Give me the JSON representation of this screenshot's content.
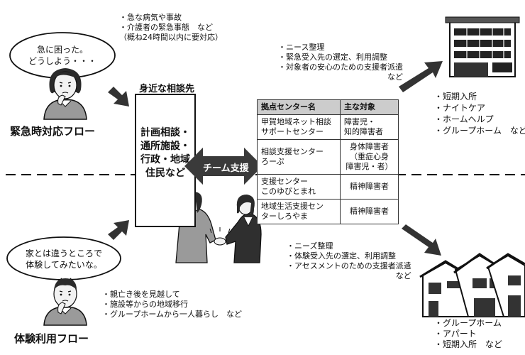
{
  "emergency": {
    "bubble_lines": [
      "急に困った。",
      "どうしよう・・・"
    ],
    "notes": [
      "・急な病気や事故",
      "・介護者の緊急事態　など",
      "（概ね24時間以内に要対応）"
    ],
    "title": "緊急時対応フロー"
  },
  "experience": {
    "bubble_lines": [
      "家とは違うところで",
      "体験してみたいな。"
    ],
    "notes": [
      "・親亡き後を見越して",
      "・施設等からの地域移行",
      "・グループホームから一人暮らし　など"
    ],
    "title": "体験利用フロー"
  },
  "consultation": {
    "heading": "身近な相談先",
    "lines": [
      "計画相談・",
      "通所施設・",
      "行政・地域",
      "住民など"
    ]
  },
  "team": {
    "label": "チーム支援"
  },
  "centers_table": {
    "headers": [
      "拠点センター名",
      "主な対象"
    ],
    "rows": [
      {
        "name": [
          "甲賀地域ネット相談",
          "サポートセンター"
        ],
        "target": [
          "障害児・",
          "知的障害者"
        ]
      },
      {
        "name": [
          "相談支援センター",
          "ろーぷ"
        ],
        "target": [
          "身体障害者",
          "（重症心身",
          "障害児・者）"
        ]
      },
      {
        "name": [
          "支援センター",
          "このゆびとまれ"
        ],
        "target": [
          "精神障害者"
        ]
      },
      {
        "name": [
          "地域生活支援セン",
          "ターしろやま"
        ],
        "target": [
          "精神障害者"
        ]
      }
    ]
  },
  "emergency_coordination": {
    "notes": [
      "・ニース整理",
      "・緊急受入先の選定、利用調整",
      "・対象者の安心のための支援者派遣",
      "など"
    ]
  },
  "emergency_services": {
    "items": [
      "・短期入所",
      "・ナイトケア",
      "・ホームヘルプ",
      "・グループホーム　など"
    ]
  },
  "experience_coordination": {
    "notes": [
      "・ニーズ整理",
      "・体験受入先の選定、利用調整",
      "・アセスメントのための支援者派遣",
      "など"
    ]
  },
  "experience_services": {
    "items": [
      "・グループホーム",
      "・アパート",
      "・短期入所　など"
    ]
  },
  "colors": {
    "line": "#111111",
    "arrow": "#333333",
    "arrow_dark": "#3a3a3a",
    "table_header": "#cccccc",
    "hair": "#2a2a2a",
    "skin": "#f2f2f2"
  }
}
